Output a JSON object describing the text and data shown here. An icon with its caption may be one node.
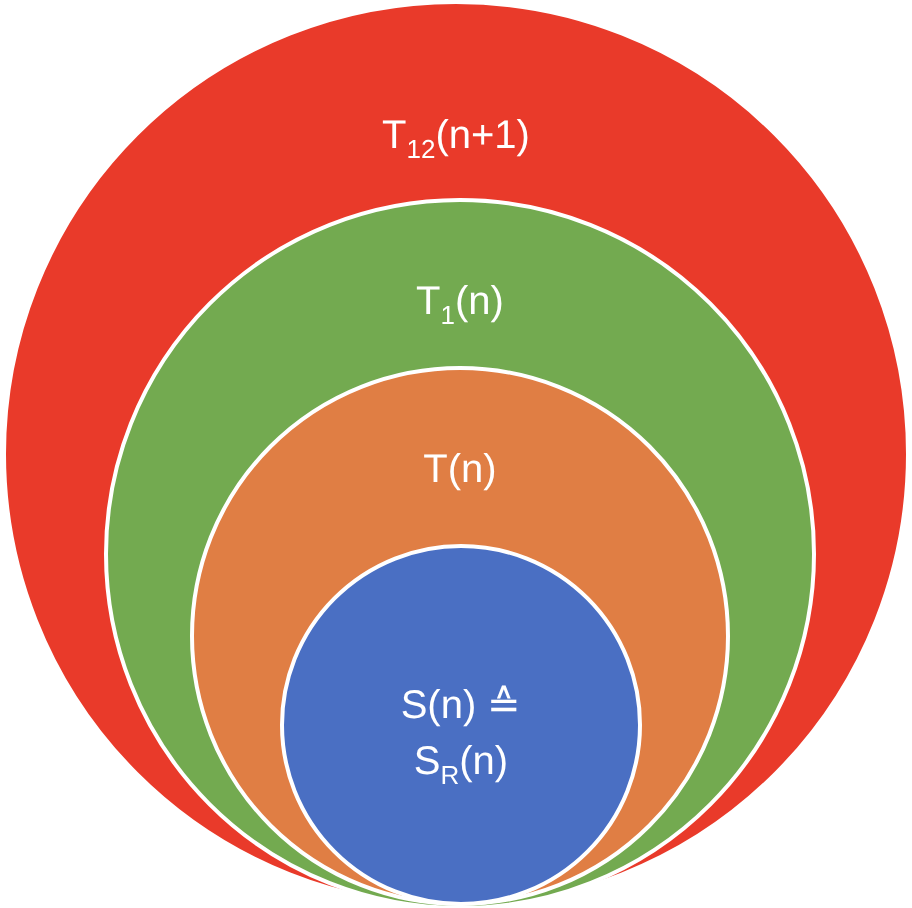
{
  "diagram": {
    "nodes": [
      {
        "text": [
          "T$_{12}$(n+1)"
        ]
      },
      {
        "text": [
          "T$_{1}$(n)"
        ],
        "in": 0
      },
      {
        "text": [
          "T(n)"
        ],
        "in": 1
      },
      {
        "text": [
          "S(n) ≙ S$_{R}$(n)"
        ],
        "in": 2
      }
    ]
  }
}
